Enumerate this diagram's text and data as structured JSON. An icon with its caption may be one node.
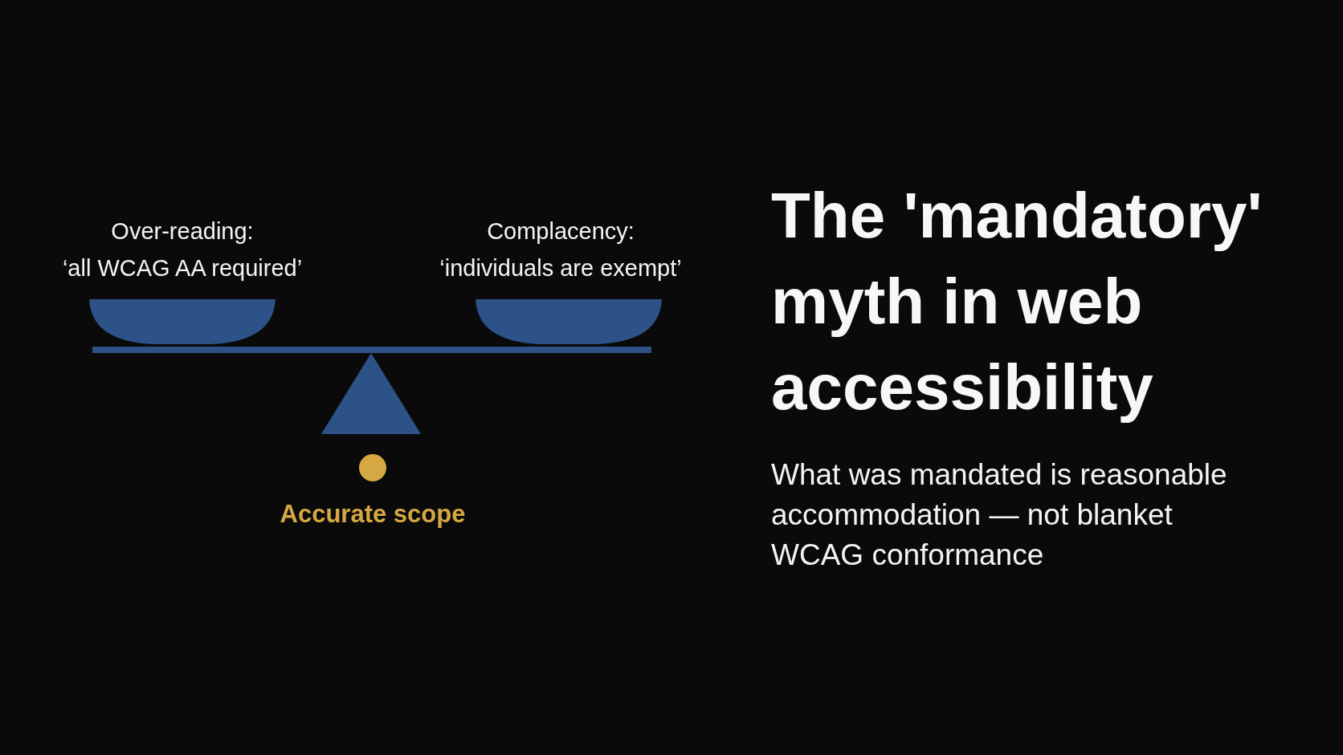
{
  "diagram": {
    "title": "The 'mandatory' myth in web accessibility",
    "nodes": [
      {
        "text": [
          "Over-reading:",
          "‘all WCAG AA required’"
        ]
      },
      {
        "text": [
          "Complacency:",
          "‘individuals are exempt’"
        ]
      },
      {
        "text": [],
        "shape": "bar"
      },
      {
        "text": [],
        "shape": "triangle"
      },
      {
        "text": [
          "Accurate scope"
        ]
      }
    ],
    "labels": [
      "What was mandated is reasonable accommodation — not blanket WCAG conformance"
    ]
  }
}
